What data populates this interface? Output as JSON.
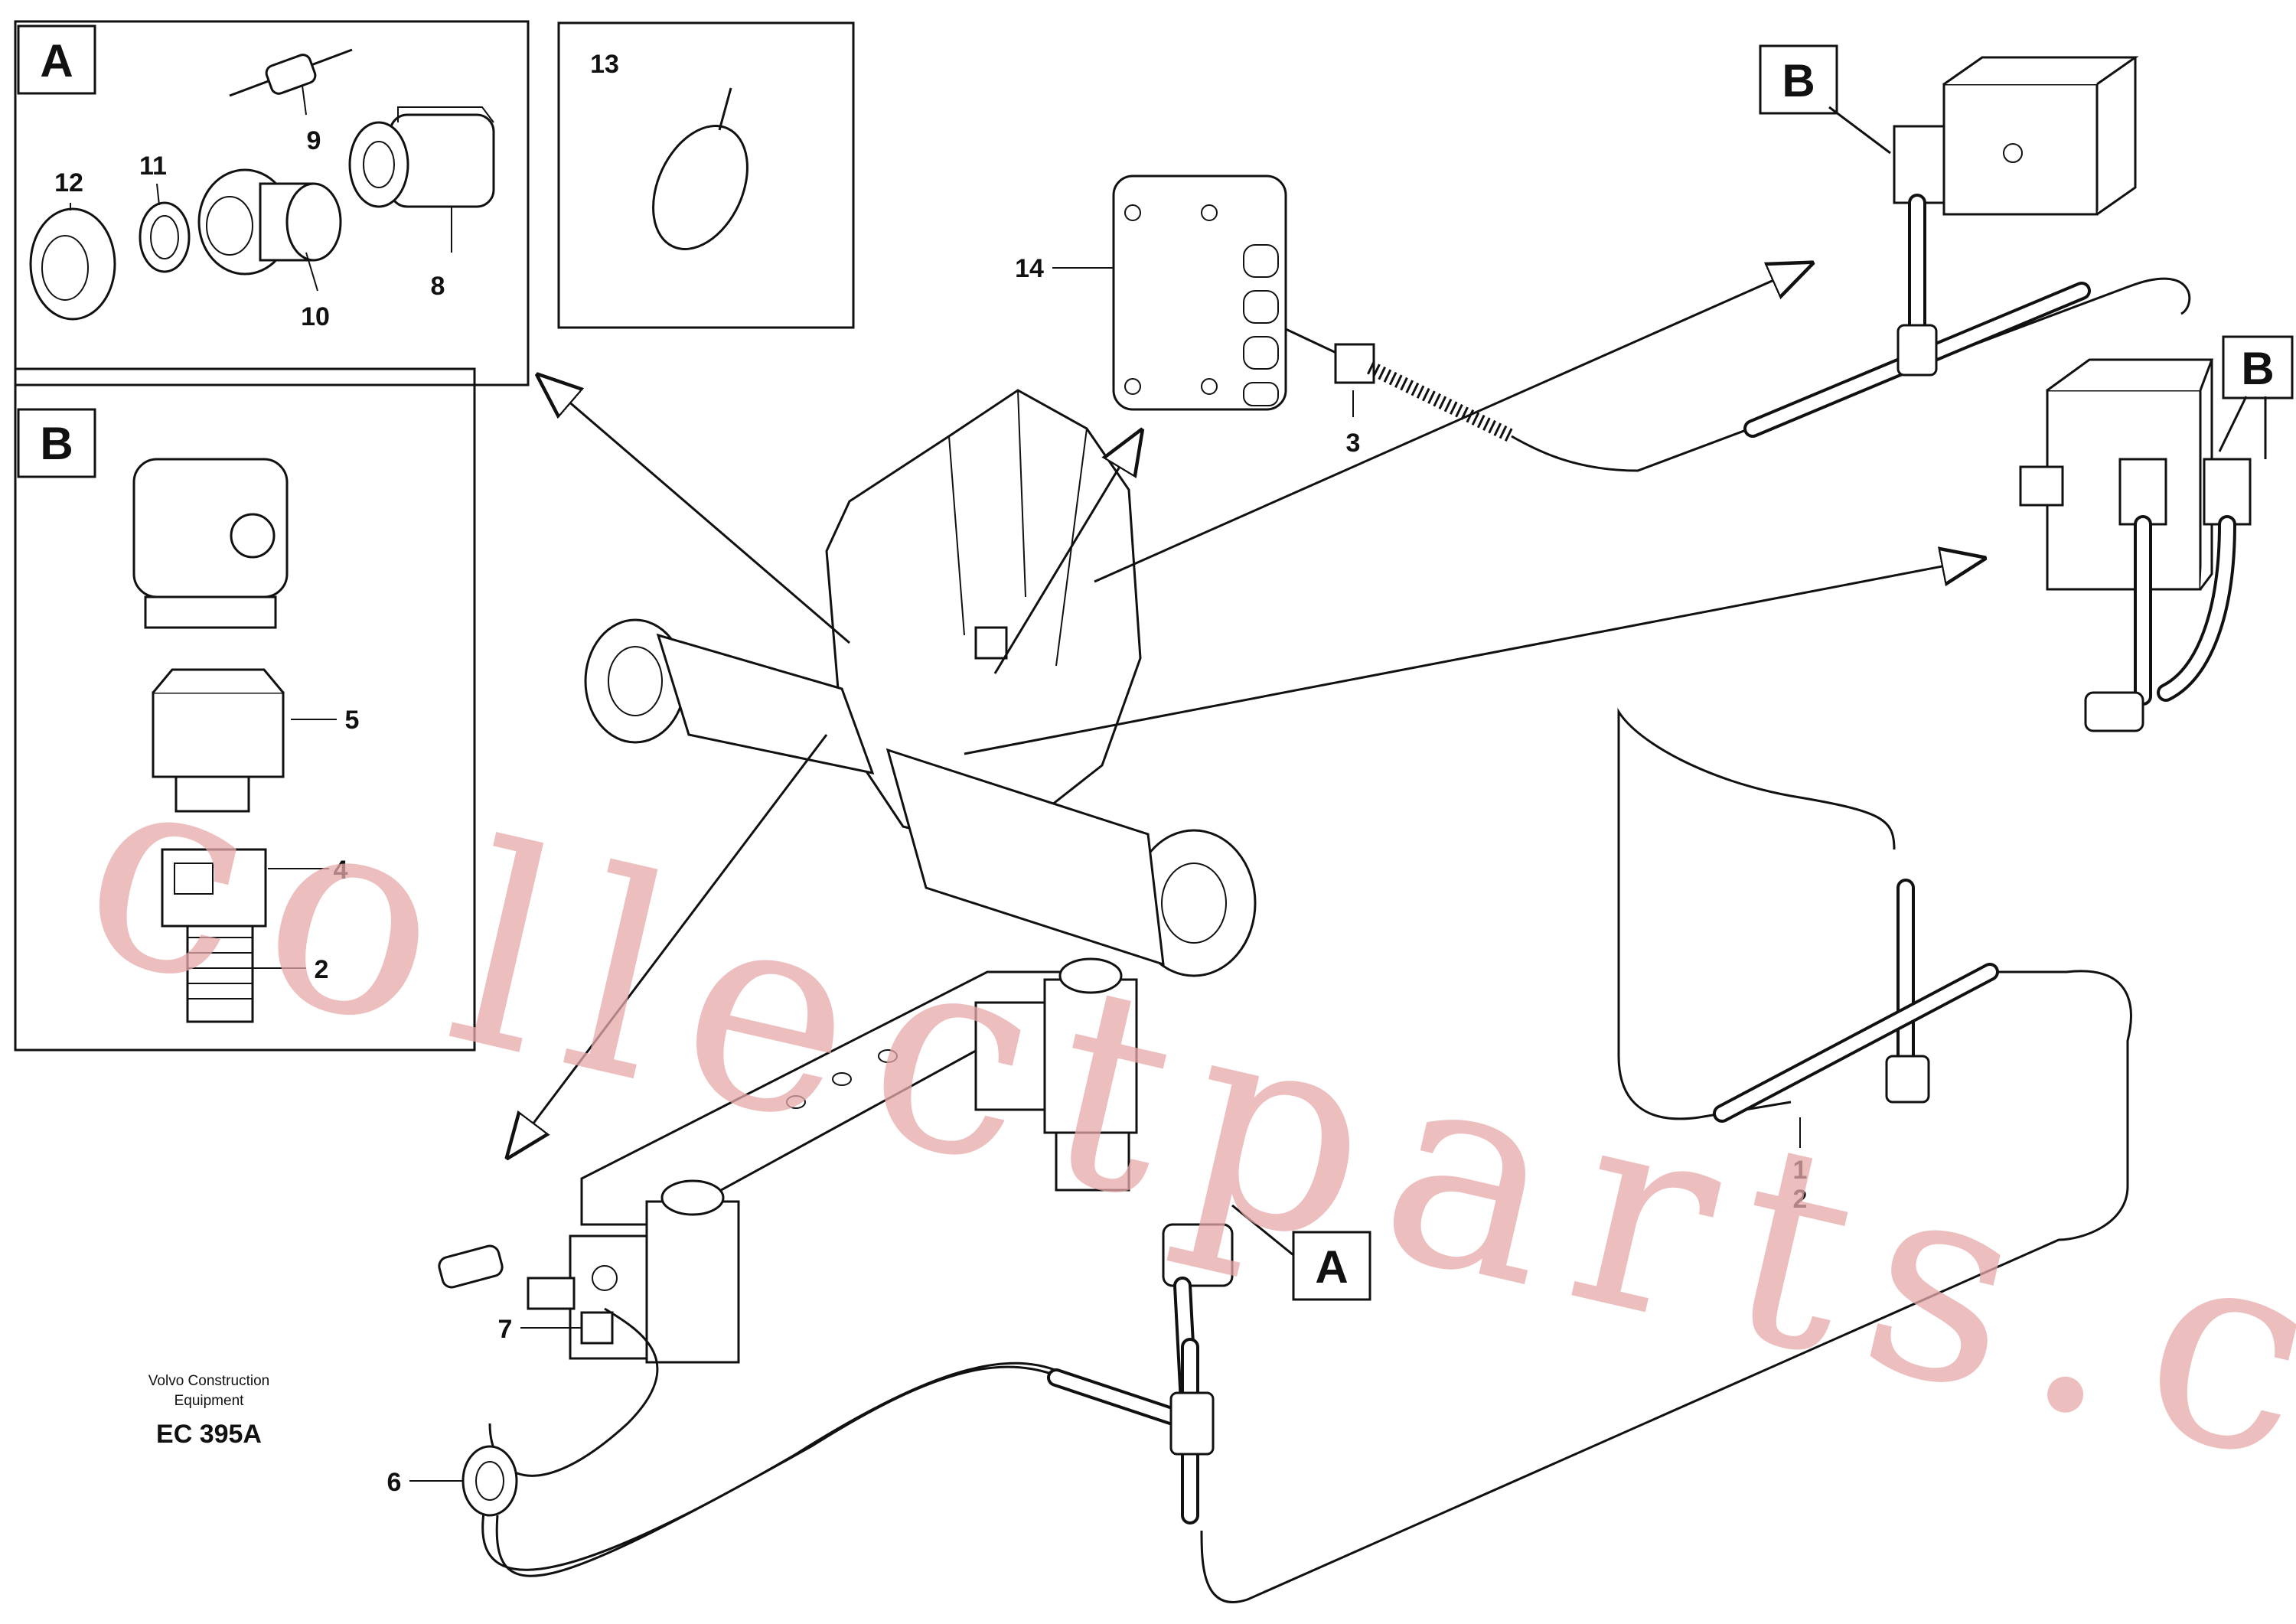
{
  "callouts": {
    "n1": "1",
    "n2": "2",
    "n3": "3",
    "n4": "4",
    "n5": "5",
    "n6": "6",
    "n7": "7",
    "n8": "8",
    "n9": "9",
    "n10": "10",
    "n11": "11",
    "n12": "12",
    "n13": "13",
    "n14": "14"
  },
  "detail_tags": {
    "a": "A",
    "b": "B"
  },
  "credit": {
    "line1": "Volvo Construction",
    "line2": "Equipment",
    "code": "EC 395A"
  },
  "watermark": "collectparts.com"
}
